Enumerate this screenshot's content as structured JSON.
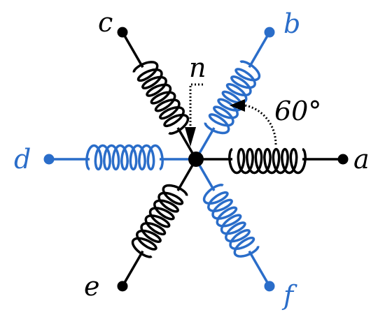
{
  "colors": {
    "black": "#000000",
    "blue": "#2a6dc9"
  },
  "center": {
    "label": "n"
  },
  "angle_annotation": {
    "label": "60°"
  },
  "phases": [
    {
      "id": "a",
      "label": "a",
      "angle_deg": 0,
      "color": "black"
    },
    {
      "id": "b",
      "label": "b",
      "angle_deg": 60,
      "color": "blue"
    },
    {
      "id": "c",
      "label": "c",
      "angle_deg": 120,
      "color": "black"
    },
    {
      "id": "d",
      "label": "d",
      "angle_deg": 180,
      "color": "blue"
    },
    {
      "id": "e",
      "label": "e",
      "angle_deg": 240,
      "color": "black"
    },
    {
      "id": "f",
      "label": "f",
      "angle_deg": 300,
      "color": "blue"
    }
  ]
}
